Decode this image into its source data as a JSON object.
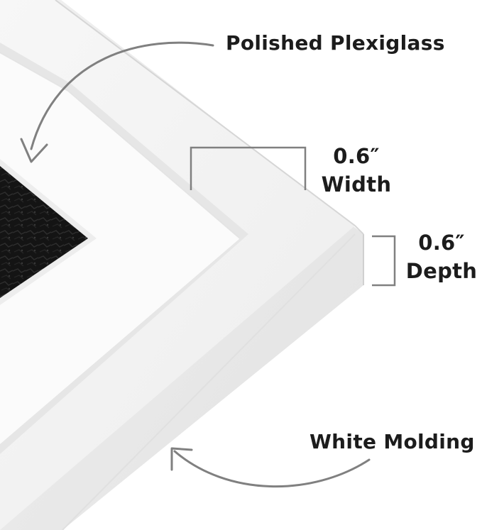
{
  "callouts": {
    "plexiglass": "Polished Plexiglass",
    "width_value": "0.6″",
    "width_label": "Width",
    "depth_value": "0.6″",
    "depth_label": "Depth",
    "molding": "White Molding"
  },
  "colors": {
    "background": "#ffffff",
    "frame_face": "#f2f2f2",
    "frame_side": "#e9e9e9",
    "frame_edge": "#dcdcdc",
    "mat": "#fbfbfb",
    "artwork": "#151515",
    "annotation_gray": "#808080",
    "text": "#1c1c1c"
  },
  "icons": {
    "plexiglass_arrow": "curved-arrow-down-left-icon",
    "molding_arrow": "curved-arrow-up-left-icon",
    "width_bracket": "dimension-bracket-icon",
    "depth_bracket": "dimension-bracket-icon"
  }
}
